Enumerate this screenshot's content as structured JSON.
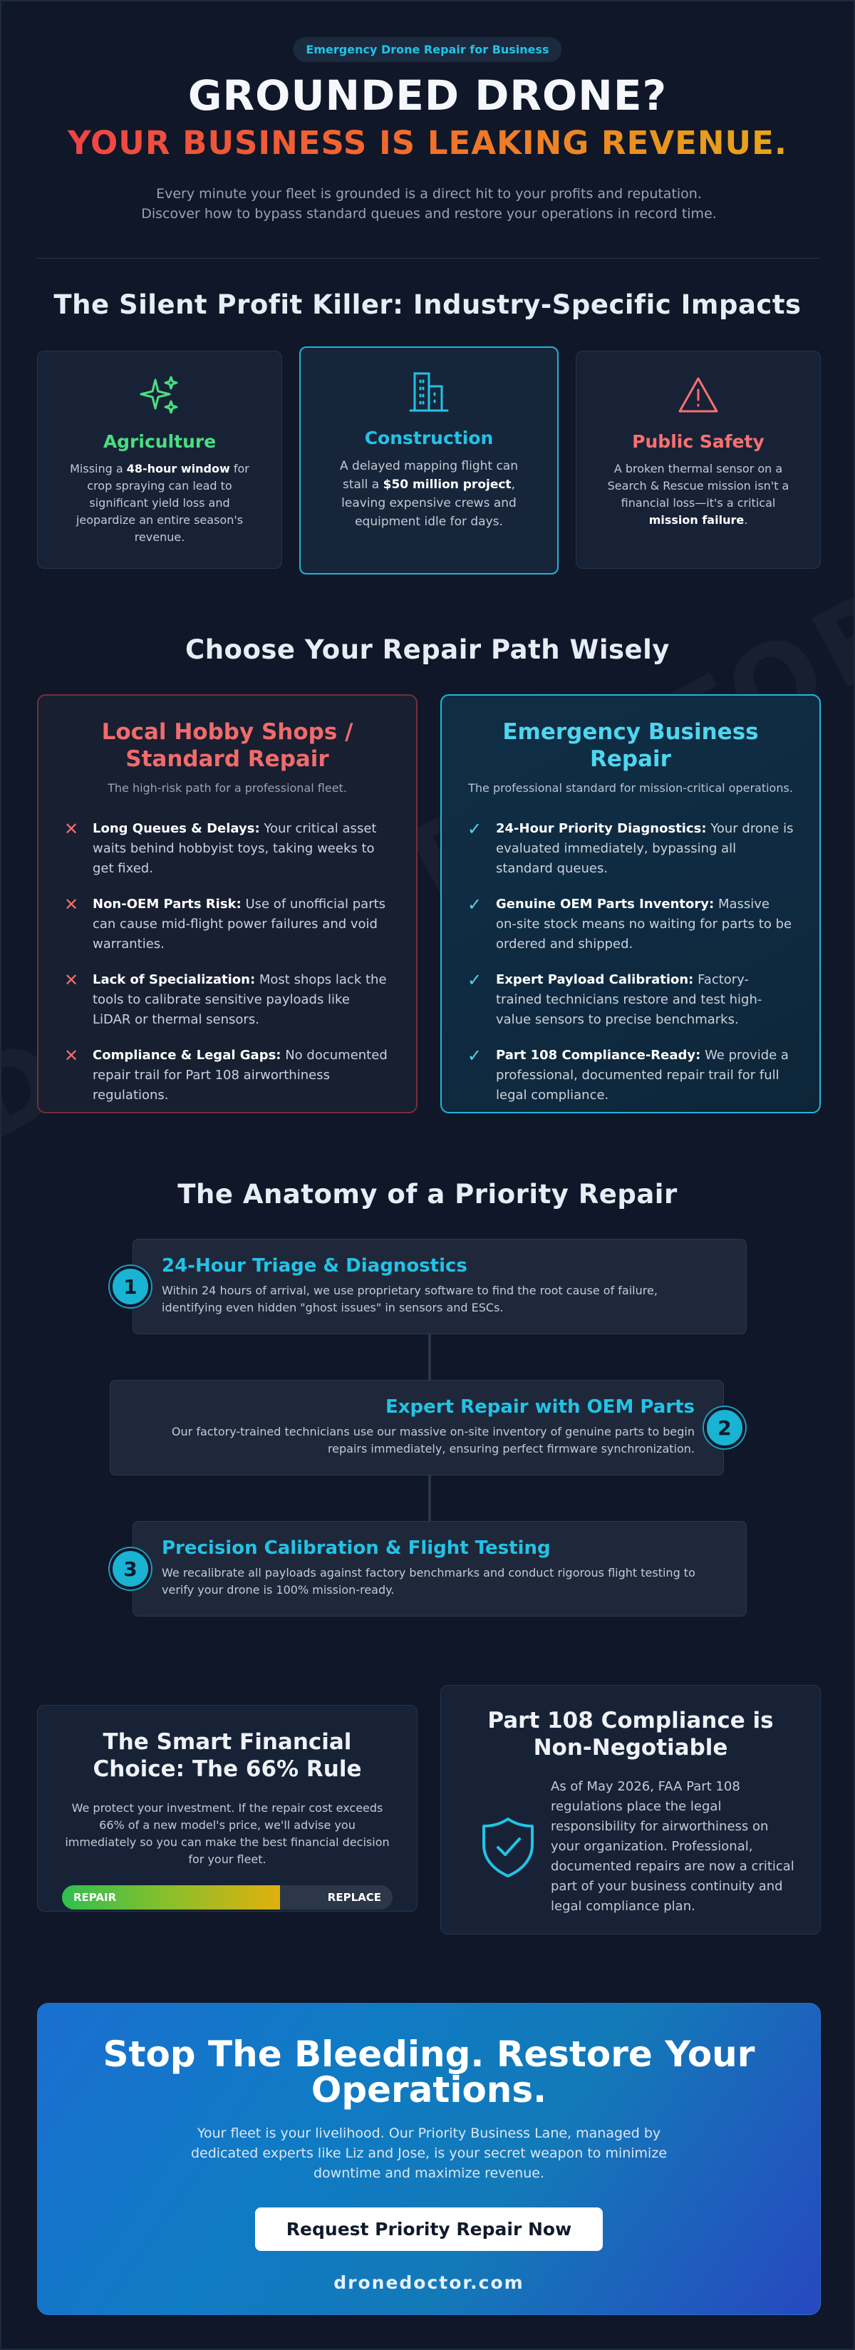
{
  "watermark": "DRONE DOCTOR .COM",
  "hero": {
    "badge": "Emergency Drone Repair for Business",
    "title_line1": "GROUNDED DRONE?",
    "title_line2": "YOUR BUSINESS IS LEAKING REVENUE.",
    "subtitle_line1": "Every minute your fleet is grounded is a direct hit to your profits and reputation.",
    "subtitle_line2": "Discover how to bypass standard queues and restore your operations in record time."
  },
  "impacts": {
    "heading": "The Silent Profit Killer: Industry-Specific Impacts",
    "cards": [
      {
        "title": "Agriculture",
        "color": "#4ade80",
        "icon": "sparkle-icon",
        "pre": "Missing a ",
        "bold": "48-hour window",
        "post": " for crop spraying can lead to significant yield loss and jeopardize an entire season's revenue."
      },
      {
        "title": "Construction",
        "color": "#22c3e6",
        "icon": "building-icon",
        "pre": "A delayed mapping flight can stall a ",
        "bold": "$50 million project",
        "post": ", leaving expensive crews and equipment idle for days."
      },
      {
        "title": "Public Safety",
        "color": "#f87171",
        "icon": "warning-icon",
        "pre": "A broken thermal sensor on a Search & Rescue mission isn't a financial loss—it's a critical ",
        "bold": "mission failure",
        "post": "."
      }
    ]
  },
  "paths": {
    "heading": "Choose Your Repair Path Wisely",
    "bad": {
      "title": "Local Hobby Shops / Standard Repair",
      "subtitle": "The high-risk path for a professional fleet.",
      "color": "#f26b6b",
      "mark": "✕",
      "items": [
        {
          "bold": "Long Queues & Delays:",
          "text": " Your critical asset waits behind hobbyist toys, taking weeks to get fixed."
        },
        {
          "bold": "Non-OEM Parts Risk:",
          "text": " Use of unofficial parts can cause mid-flight power failures and void warranties."
        },
        {
          "bold": "Lack of Specialization:",
          "text": " Most shops lack the tools to calibrate sensitive payloads like LiDAR or thermal sensors."
        },
        {
          "bold": "Compliance & Legal Gaps:",
          "text": " No documented repair trail for Part 108 airworthiness regulations."
        }
      ]
    },
    "good": {
      "title": "Emergency Business Repair",
      "subtitle": "The professional standard for mission-critical operations.",
      "color": "#4fd6ef",
      "mark": "✓",
      "items": [
        {
          "bold": "24-Hour Priority Diagnostics:",
          "text": " Your drone is evaluated immediately, bypassing all standard queues."
        },
        {
          "bold": "Genuine OEM Parts Inventory:",
          "text": " Massive on-site stock means no waiting for parts to be ordered and shipped."
        },
        {
          "bold": "Expert Payload Calibration:",
          "text": " Factory-trained technicians restore and test high-value sensors to precise benchmarks."
        },
        {
          "bold": "Part 108 Compliance-Ready:",
          "text": " We provide a professional, documented repair trail for full legal compliance."
        }
      ]
    }
  },
  "anatomy": {
    "heading": "The Anatomy of a Priority Repair",
    "steps": [
      {
        "num": "1",
        "title": "24-Hour Triage & Diagnostics",
        "text": "Within 24 hours of arrival, we use proprietary software to find the root cause of failure, identifying even hidden \"ghost issues\" in sensors and ESCs."
      },
      {
        "num": "2",
        "title": "Expert Repair with OEM Parts",
        "text": "Our factory-trained technicians use our massive on-site inventory of genuine parts to begin repairs immediately, ensuring perfect firmware synchronization."
      },
      {
        "num": "3",
        "title": "Precision Calibration & Flight Testing",
        "text": "We recalibrate all payloads against factory benchmarks and conduct rigorous flight testing to verify your drone is 100% mission-ready."
      }
    ]
  },
  "rule": {
    "title": "The Smart Financial Choice: The 66% Rule",
    "text": "We protect your investment. If the repair cost exceeds 66% of a new model's price, we'll advise you immediately so you can make the best financial decision for your fleet.",
    "bar_repair_label": "REPAIR",
    "bar_replace_label": "REPLACE",
    "bar_fraction": 0.66
  },
  "compliance": {
    "title": "Part 108 Compliance is Non-Negotiable",
    "text": "As of May 2026, FAA Part 108 regulations place the legal responsibility for airworthiness on your organization. Professional, documented repairs are now a critical part of your business continuity and legal compliance plan.",
    "icon": "shield-check-icon"
  },
  "cta": {
    "title": "Stop The Bleeding. Restore Your Operations.",
    "text": "Your fleet is your livelihood. Our Priority Business Lane, managed by dedicated experts like Liz and Jose, is your secret weapon to minimize downtime and maximize revenue.",
    "button": "Request Priority Repair Now",
    "url": "dronedoctor.com"
  }
}
